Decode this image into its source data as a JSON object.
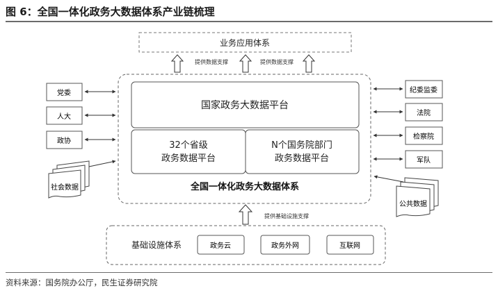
{
  "figure": {
    "title": "图 6：全国一体化政务大数据体系产业链梳理",
    "source": "资料来源：国务院办公厅，民生证券研究院"
  },
  "diagram": {
    "top_box": "业务应用体系",
    "support_labels": [
      "提供数据支撑",
      "提供数据支撑"
    ],
    "main_platform": "国家政务大数据平台",
    "sub_platforms": [
      {
        "line1": "32个省级",
        "line2": "政务数据平台"
      },
      {
        "line1": "N个国务院部门",
        "line2": "政务数据平台"
      }
    ],
    "system_label": "全国一体化政务大数据体系",
    "left_nodes": [
      "党委",
      "人大",
      "政协"
    ],
    "left_stack": "社会数据",
    "right_nodes": [
      "纪委监委",
      "法院",
      "检察院",
      "军队"
    ],
    "right_stack": "公共数据",
    "base_support_label": "提供基础设施支撑",
    "infrastructure": {
      "label": "基础设施体系",
      "items": [
        "政务云",
        "政务外网",
        "互联网"
      ]
    }
  }
}
